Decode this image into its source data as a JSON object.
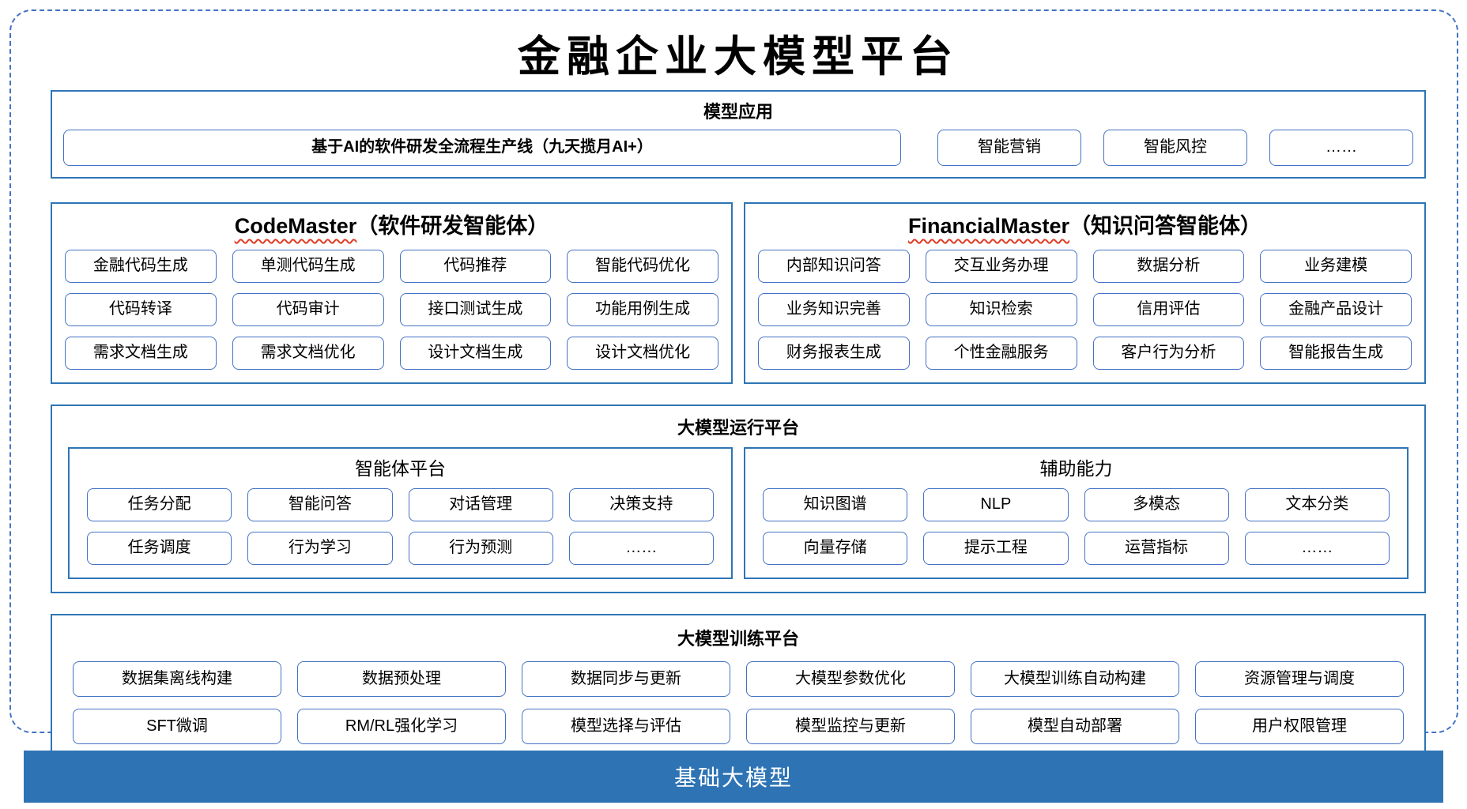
{
  "title": "金融企业大模型平台",
  "model_app": {
    "header": "模型应用",
    "main_item": "基于AI的软件研发全流程生产线（九天揽月AI+）",
    "items": [
      "智能营销",
      "智能风控",
      "……"
    ]
  },
  "agents": [
    {
      "name_en": "CodeMaster",
      "name_zh": "（软件研发智能体）",
      "items": [
        "金融代码生成",
        "单测代码生成",
        "代码推荐",
        "智能代码优化",
        "代码转译",
        "代码审计",
        "接口测试生成",
        "功能用例生成",
        "需求文档生成",
        "需求文档优化",
        "设计文档生成",
        "设计文档优化"
      ]
    },
    {
      "name_en": "FinancialMaster",
      "name_zh": "（知识问答智能体）",
      "items": [
        "内部知识问答",
        "交互业务办理",
        "数据分析",
        "业务建模",
        "业务知识完善",
        "知识检索",
        "信用评估",
        "金融产品设计",
        "财务报表生成",
        "个性金融服务",
        "客户行为分析",
        "智能报告生成"
      ]
    }
  ],
  "runtime": {
    "header": "大模型运行平台",
    "panels": [
      {
        "title": "智能体平台",
        "items": [
          "任务分配",
          "智能问答",
          "对话管理",
          "决策支持",
          "任务调度",
          "行为学习",
          "行为预测",
          "……"
        ]
      },
      {
        "title": "辅助能力",
        "items": [
          "知识图谱",
          "NLP",
          "多模态",
          "文本分类",
          "向量存储",
          "提示工程",
          "运营指标",
          "……"
        ]
      }
    ]
  },
  "training": {
    "header": "大模型训练平台",
    "items": [
      "数据集离线构建",
      "数据预处理",
      "数据同步与更新",
      "大模型参数优化",
      "大模型训练自动构建",
      "资源管理与调度",
      "SFT微调",
      "RM/RL强化学习",
      "模型选择与评估",
      "模型监控与更新",
      "模型自动部署",
      "用户权限管理"
    ]
  },
  "foundation": {
    "label": "基础大模型"
  },
  "colors": {
    "section_border": "#2E75B6",
    "cell_border": "#4472C4",
    "outer_dashed_border": "#4472C4",
    "wavy_underline": "#E03B24",
    "foundation_bg": "#2E74B5",
    "foundation_text": "#FFFFFF"
  }
}
